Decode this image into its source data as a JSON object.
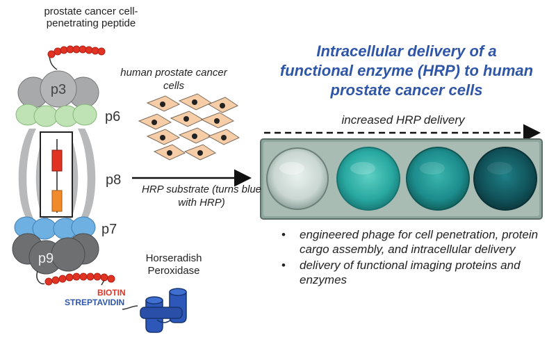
{
  "phage": {
    "peptide_label": "prostate cancer cell-penetrating peptide",
    "subunits": {
      "p3": "p3",
      "p6": "p6",
      "p8": "p8",
      "p7": "p7",
      "p9": "p9"
    }
  },
  "cells_label": "human prostate cancer cells",
  "substrate_label": "HRP substrate (turns blue with HRP)",
  "title": "Intracellular delivery of a functional enzyme (HRP) to human prostate cancer cells",
  "increase_label": "increased HRP delivery",
  "bullets": [
    "engineered phage for cell penetration, protein cargo assembly, and intracellular delivery",
    "delivery of functional imaging proteins and enzymes"
  ],
  "hrp_label": "Horseradish Peroxidase",
  "biotin_label": "BIOTIN",
  "streptavidin_label": "STREPTAVIDIN",
  "colors": {
    "title_blue": "#2f56a6",
    "peptide_red": "#e03324",
    "p3_gray": "#a7a9ab",
    "p6_green": "#bfe3b4",
    "p7_blue": "#6fb0e3",
    "p9_gray": "#6e6f71",
    "cell_orange": "#f6cda7",
    "hrp_blue": "#2d57b8",
    "well_teal": "#1f9a9a"
  }
}
